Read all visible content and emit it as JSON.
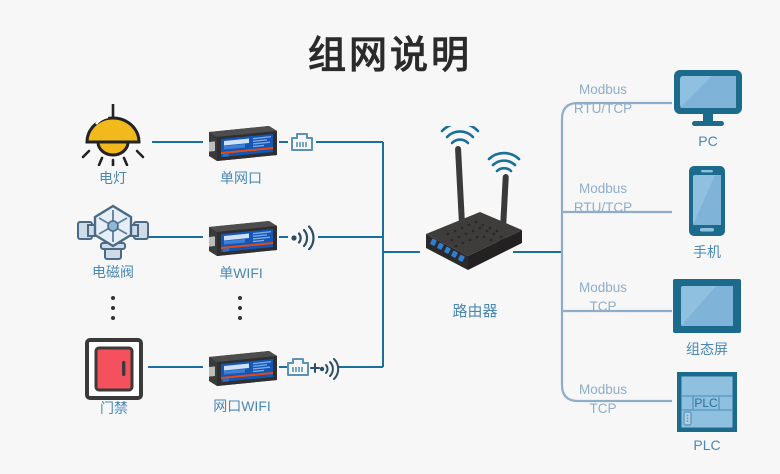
{
  "page": {
    "title": "组网说明",
    "background_color": "#f7f7f7",
    "title_color": "#2b2b2b"
  },
  "colors": {
    "link_line": "#1b6f9c",
    "branch_line": "#8fadc9",
    "label_blue": "#4a88b5",
    "proto_text": "#8fadc9",
    "module_body": "#3a3a3a",
    "module_face": "#1256b8",
    "lamp_yellow": "#f2b91c",
    "door_red": "#f4505e",
    "device_teal": "#1c6b8c",
    "device_screen": "#8fc0e0"
  },
  "field_devices": [
    {
      "id": "lamp",
      "label": "电灯",
      "icon": "lamp-icon"
    },
    {
      "id": "valve",
      "label": "电磁阀",
      "icon": "solenoid-valve-icon"
    },
    {
      "id": "door",
      "label": "门禁",
      "icon": "access-control-door-icon"
    }
  ],
  "field_devices_ellipsis": "⋮",
  "gateways": [
    {
      "id": "single-lan",
      "label": "单网口",
      "port_icon": "rj45-icon",
      "port_icon_text": ""
    },
    {
      "id": "single-wifi",
      "label": "单WIFI",
      "port_icon": "wifi-signal-icon",
      "port_icon_text": ""
    },
    {
      "id": "lan-wifi",
      "label": "网口WIFI",
      "port_icon": "rj45-plus-wifi-icon",
      "port_icon_text": "+"
    }
  ],
  "gateways_ellipsis": "⋮",
  "router": {
    "label": "路由器",
    "icon": "wireless-router-icon",
    "antenna_count": 2,
    "wifi_waves": 3
  },
  "clients": [
    {
      "id": "pc",
      "label": "PC",
      "icon": "desktop-monitor-icon",
      "protocol_line1": "Modbus",
      "protocol_line2": "RTU/TCP"
    },
    {
      "id": "phone",
      "label": "手机",
      "icon": "smartphone-icon",
      "protocol_line1": "Modbus",
      "protocol_line2": "RTU/TCP"
    },
    {
      "id": "hmi",
      "label": "组态屏",
      "icon": "hmi-panel-icon",
      "protocol_line1": "Modbus",
      "protocol_line2": "TCP"
    },
    {
      "id": "plc",
      "label": "PLC",
      "icon": "plc-icon",
      "icon_text": "PLC",
      "protocol_line1": "Modbus",
      "protocol_line2": "TCP"
    }
  ]
}
